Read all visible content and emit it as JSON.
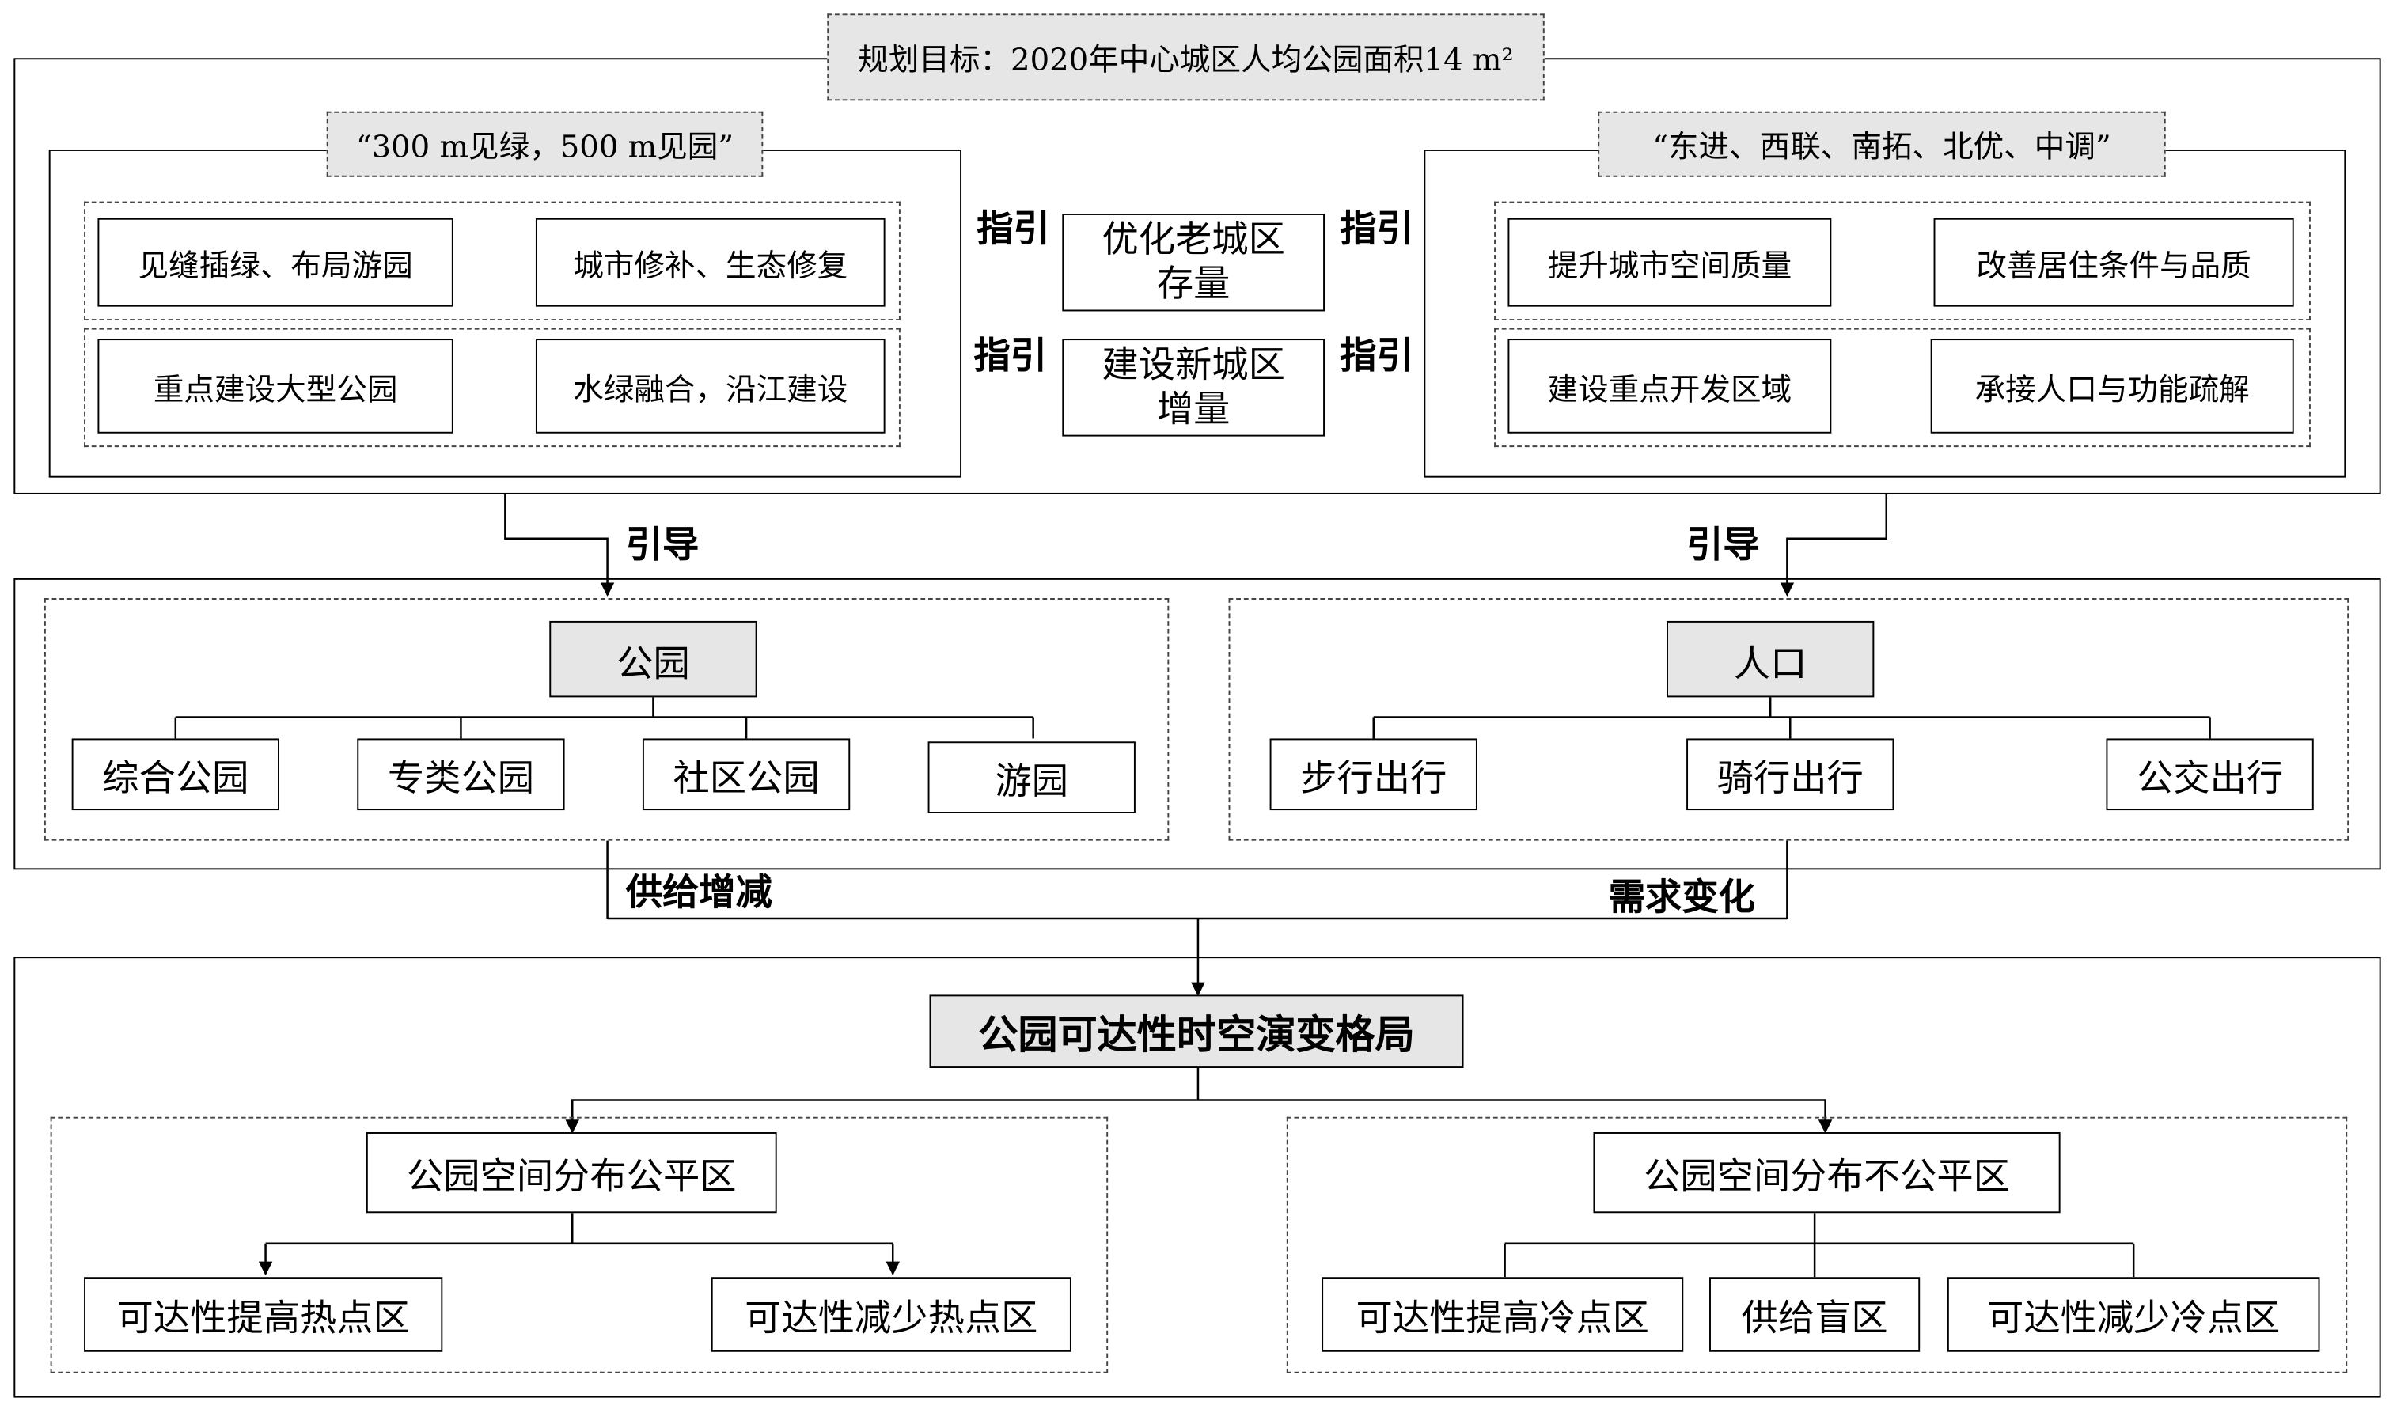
{
  "top": {
    "goal": "规划目标：2020年中心城区人均公园面积14 m²",
    "left_banner": "“300 m见绿，500 m见园”",
    "right_banner": "“东进、西联、南拓、北优、中调”",
    "left_items": [
      "见缝插绿、布局游园",
      "城市修补、生态修复",
      "重点建设大型公园",
      "水绿融合，沿江建设"
    ],
    "center_items": [
      "优化老城区\n存量",
      "建设新城区\n增量"
    ],
    "right_items": [
      "提升城市空间质量",
      "改善居住条件与品质",
      "建设重点开发区域",
      "承接人口与功能疏解"
    ],
    "guide_label": "指引"
  },
  "middle": {
    "lead_label": "引导",
    "park_header": "公园",
    "park_types": [
      "综合公园",
      "专类公园",
      "社区公园",
      "游园"
    ],
    "population_header": "人口",
    "travel_modes": [
      "步行出行",
      "骑行出行",
      "公交出行"
    ],
    "supply_label": "供给增减",
    "demand_label": "需求变化"
  },
  "bottom": {
    "title": "公园可达性时空演变格局",
    "fair_zone": "公园空间分布公平区",
    "fair_children": [
      "可达性提高热点区",
      "可达性减少热点区"
    ],
    "unfair_zone": "公园空间分布不公平区",
    "unfair_children": [
      "可达性提高冷点区",
      "供给盲区",
      "可达性减少冷点区"
    ]
  }
}
